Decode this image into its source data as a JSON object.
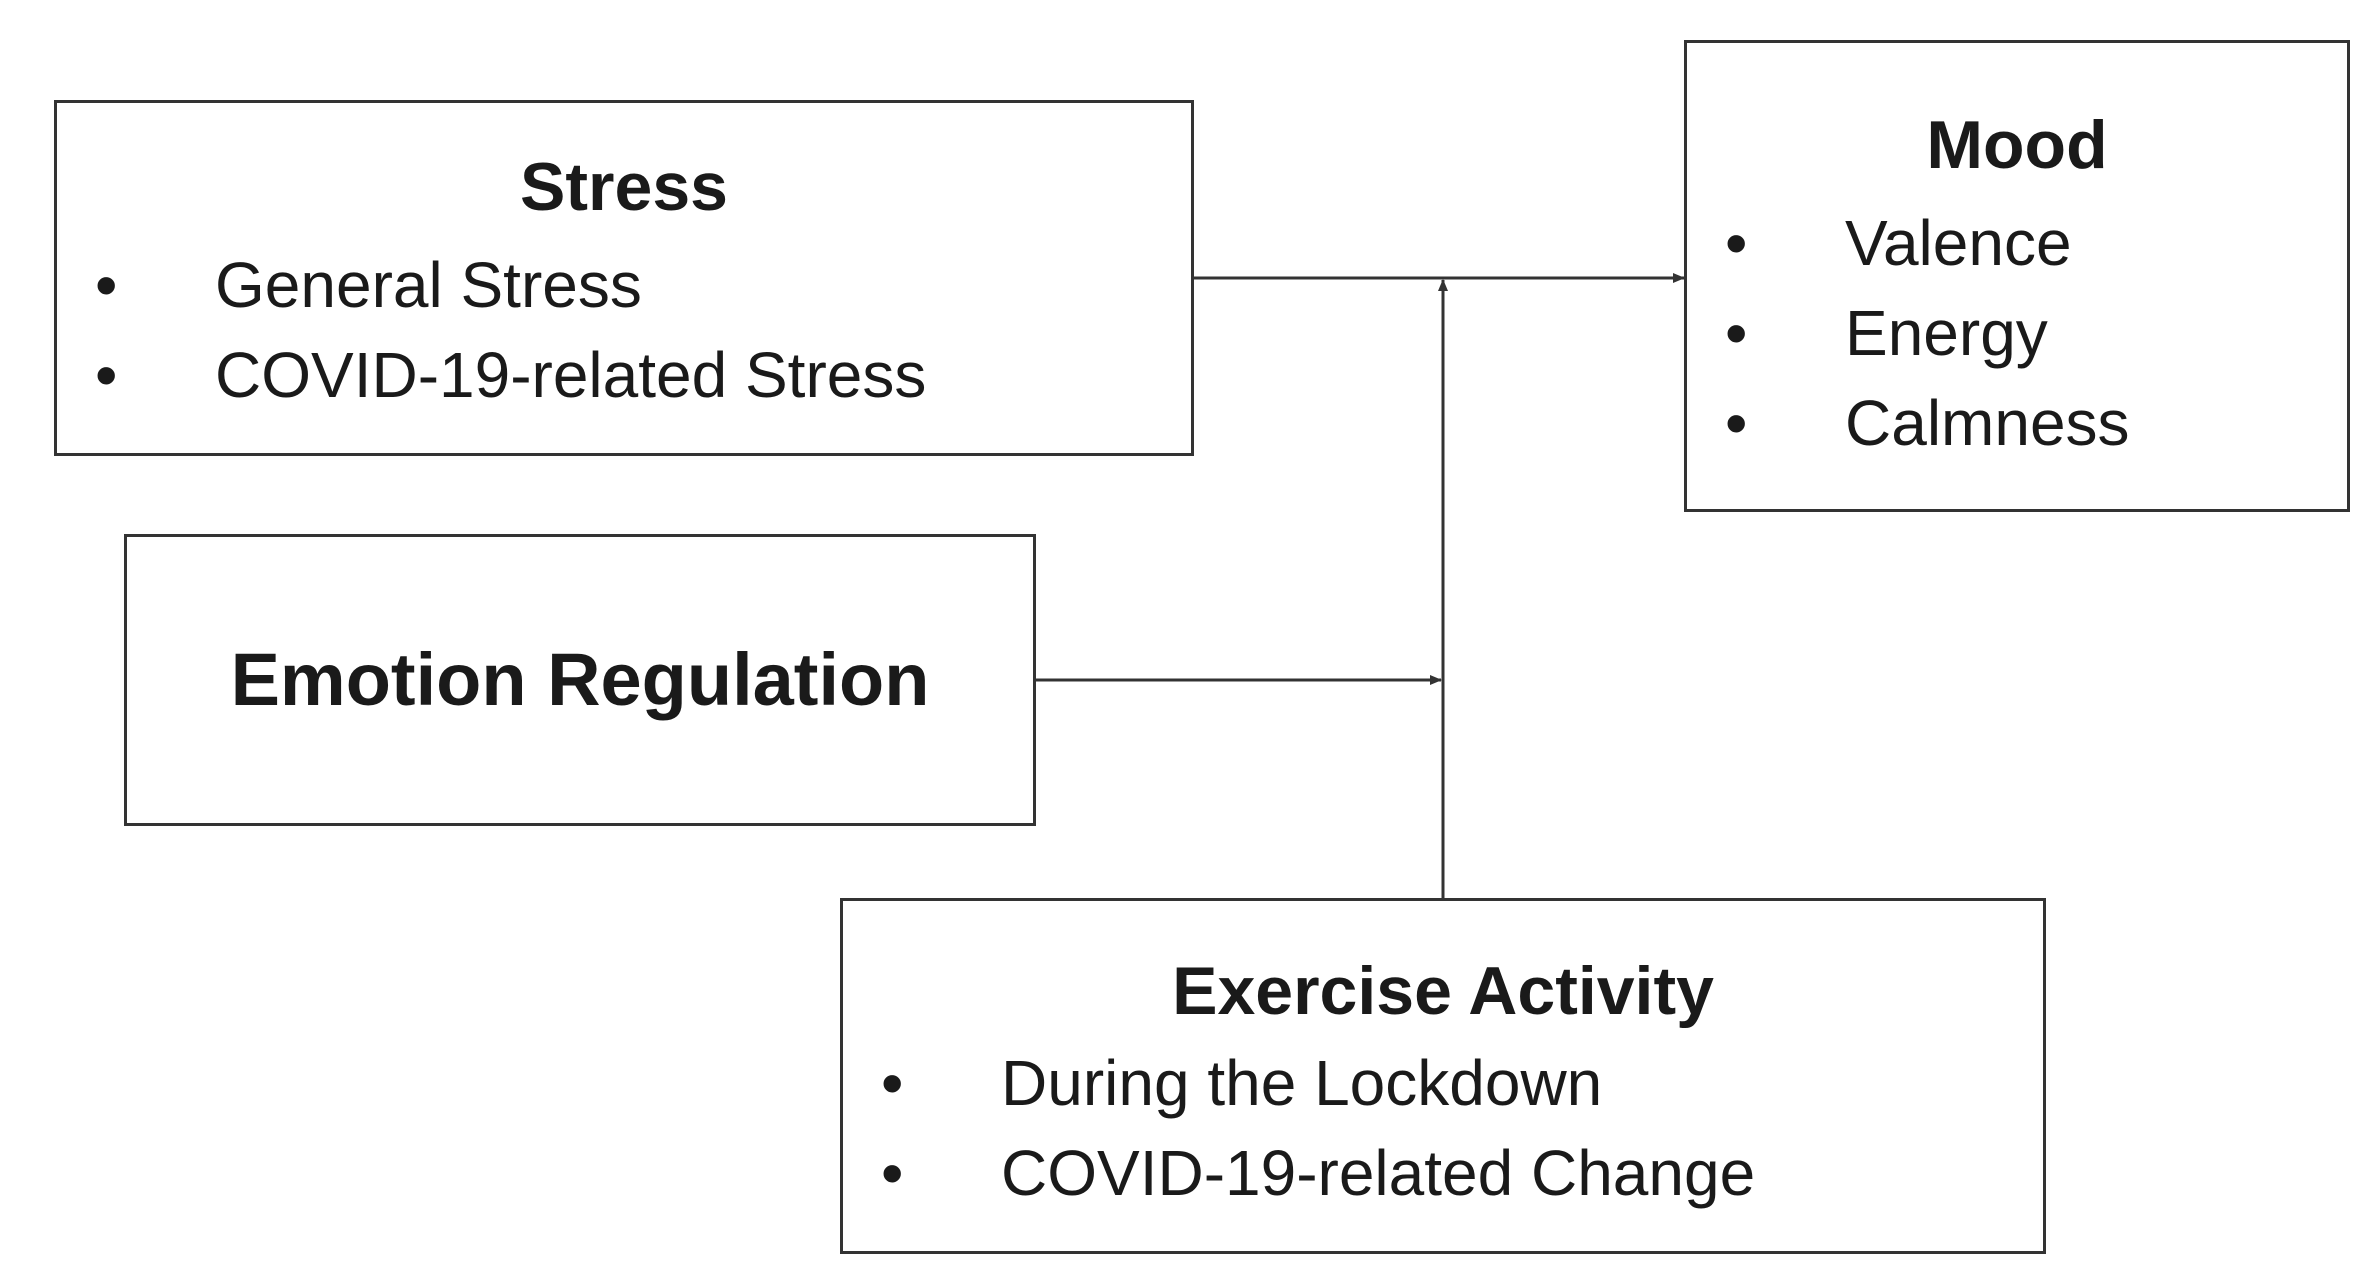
{
  "stress": {
    "title": "Stress",
    "items": [
      {
        "bullet": "•",
        "text": "General Stress"
      },
      {
        "bullet": "•",
        "text": "COVID-19-related Stress"
      }
    ]
  },
  "mood": {
    "title": "Mood",
    "items": [
      {
        "bullet": "•",
        "text": "Valence"
      },
      {
        "bullet": "•",
        "text": "Energy"
      },
      {
        "bullet": "•",
        "text": "Calmness"
      }
    ]
  },
  "emotion_regulation": {
    "title": "Emotion Regulation"
  },
  "exercise": {
    "title": "Exercise Activity",
    "items": [
      {
        "bullet": "•",
        "text": "During the Lockdown"
      },
      {
        "bullet": "•",
        "text": "COVID-19-related Change"
      }
    ]
  },
  "colors": {
    "stroke": "#333333",
    "text": "#1a1a1a",
    "background": "#ffffff"
  }
}
